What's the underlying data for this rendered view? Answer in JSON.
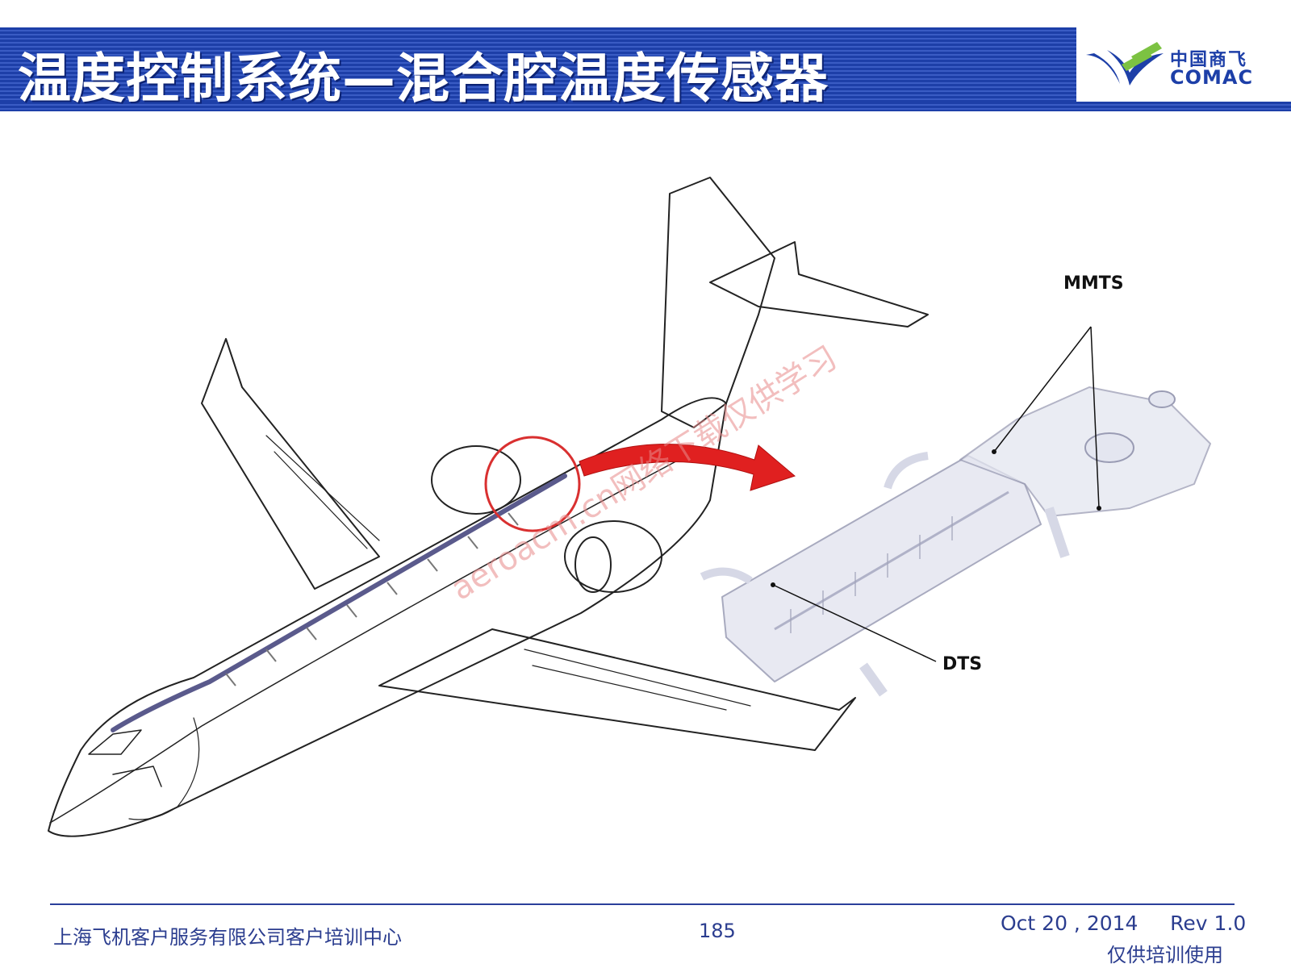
{
  "header": {
    "title": "温度控制系统—混合腔温度传感器"
  },
  "logo": {
    "chinese": "中国商飞",
    "english": "COMAC",
    "colors": {
      "blue": "#1d3fa8",
      "green": "#7cc242"
    }
  },
  "figure": {
    "callouts": {
      "mmts": "MMTS",
      "dts": "DTS"
    },
    "watermark": "aeroacm.cn网络下载仅供学习"
  },
  "footer": {
    "organization": "上海飞机客户服务有限公司客户培训中心",
    "page_number": "185",
    "date_rev": "Oct 20 , 2014     Rev 1.0",
    "note": "仅供培训使用"
  },
  "colors": {
    "title_bar": "#1d3fa8",
    "arrow": "#e02020",
    "highlight_circle": "#d93030",
    "footer_text": "#2b3d8f"
  }
}
